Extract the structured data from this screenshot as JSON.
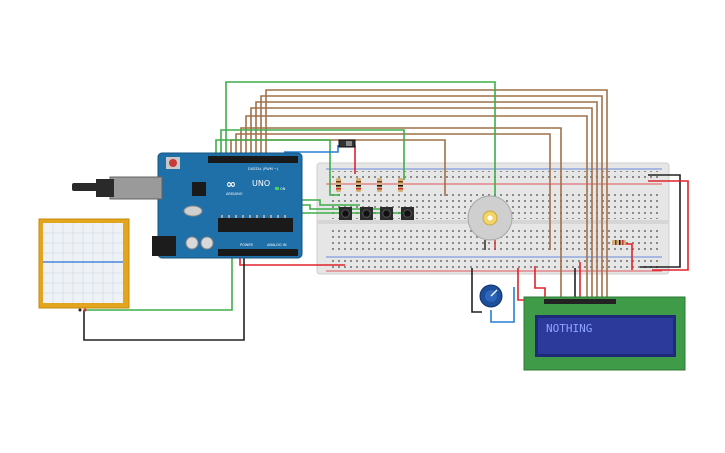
{
  "arduino": {
    "brand": "ARDUINO",
    "model": "UNO",
    "digital_label": "DIGITAL (PWM ~)",
    "power_label": "POWER",
    "analog_label": "ANALOG IN",
    "on_label": "ON"
  },
  "lcd": {
    "text": "NOTHING"
  },
  "colors": {
    "wire_green": "#3fae49",
    "wire_brown": "#a0714a",
    "wire_red": "#e0232a",
    "wire_black": "#222222",
    "wire_blue": "#2a7fd4",
    "board_blue": "#1f6fa8",
    "lcd_green": "#3f9b48",
    "lcd_screen": "#2c3a9c",
    "lcd_text": "#8fa5ff",
    "plotter_frame": "#e3a51e"
  }
}
